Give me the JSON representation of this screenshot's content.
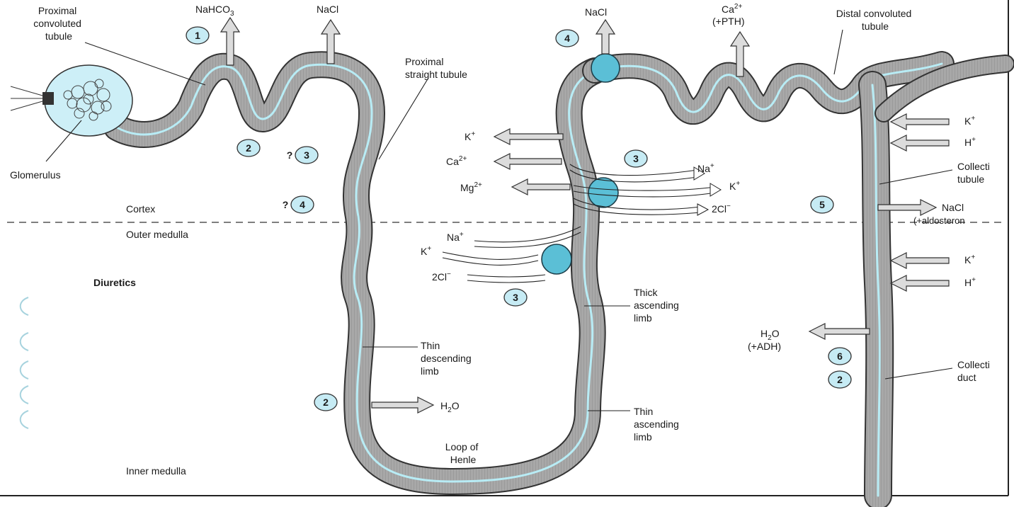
{
  "labels": {
    "proximal_convoluted_tubule": [
      "Proximal",
      "convoluted",
      "tubule"
    ],
    "glomerulus": "Glomerulus",
    "proximal_straight_tubule": [
      "Proximal",
      "straight tubule"
    ],
    "distal_convoluted_tubule": [
      "Distal convoluted",
      "tubule"
    ],
    "collecting_tubule": [
      "Collecti",
      "tubule"
    ],
    "collecting_duct": [
      "Collecti",
      "duct"
    ],
    "thick_ascending_limb": [
      "Thick",
      "ascending",
      "limb"
    ],
    "thin_descending_limb": [
      "Thin",
      "descending",
      "limb"
    ],
    "thin_ascending_limb": [
      "Thin",
      "ascending",
      "limb"
    ],
    "loop_of_henle": [
      "Loop of",
      "Henle"
    ],
    "cortex": "Cortex",
    "outer_medulla": "Outer medulla",
    "inner_medulla": "Inner medulla",
    "diuretics": "Diuretics"
  },
  "solutes": {
    "pct_nahco3": "NaHCO",
    "pct_nahco3_sub": "3",
    "pct_nacl": "NaCl",
    "dct_nacl": "NaCl",
    "dct_ca": "Ca",
    "dct_ca_sup": "2+",
    "dct_pth": "(+PTH)",
    "tal_k": "K",
    "tal_k_sup": "+",
    "tal_ca": "Ca",
    "tal_ca_sup": "2+",
    "tal_mg": "Mg",
    "tal_mg_sup": "2+",
    "tal_na_upper": "Na",
    "tal_na_upper_sup": "+",
    "tal_k_upper": "K",
    "tal_k_upper_sup": "+",
    "tal_2cl_upper": "2Cl",
    "tal_2cl_upper_sup": "−",
    "tal_na_lower": "Na",
    "tal_na_lower_sup": "+",
    "tal_k_lower": "K",
    "tal_k_lower_sup": "+",
    "tal_2cl_lower": "2Cl",
    "tal_2cl_lower_sup": "−",
    "tdl_h2o": "H",
    "tdl_h2o_sub": "2",
    "tdl_h2o_end": "O",
    "cd_k_upper": "K",
    "cd_k_upper_sup": "+",
    "cd_h_upper": "H",
    "cd_h_upper_sup": "+",
    "cd_nacl": "NaCl",
    "cd_aldosterone": "(+aldosteron",
    "cd_k_lower": "K",
    "cd_k_lower_sup": "+",
    "cd_h_lower": "H",
    "cd_h_lower_sup": "+",
    "cd_h2o": "H",
    "cd_h2o_sub": "2",
    "cd_h2o_end": "O",
    "cd_adh": "(+ADH)"
  },
  "sites": {
    "pct_1": "1",
    "pct_2": "2",
    "pst_3": "3",
    "pst_3_q": "?",
    "pst_4": "4",
    "pst_4_q": "?",
    "dct_4": "4",
    "tal_3_upper": "3",
    "tal_3_lower": "3",
    "tdl_2": "2",
    "ct_5": "5",
    "cd_6": "6",
    "cd_2": "2"
  },
  "colors": {
    "tubule_wall": "#9a9a9a",
    "lumen": "#b8ecf5",
    "transporter": "#5bbfd6",
    "site_marker": "#c6ebf4",
    "arrow_fill": "#dcdcdc"
  }
}
